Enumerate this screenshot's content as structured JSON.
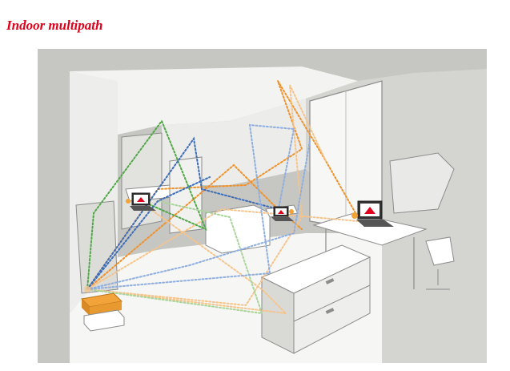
{
  "page": {
    "title": "Indoor multipath"
  },
  "colors": {
    "title": "#e0001b",
    "background": "#c6c6c2",
    "wall": "#f3f3f1",
    "line_art": "#8c8c8c",
    "path_orange": "#f0922b",
    "path_light_orange": "#f6c48a",
    "path_green": "#4fa845",
    "path_light_green": "#a9d49a",
    "path_blue": "#3d6db8",
    "path_light_blue": "#8faee0",
    "access_point": "#f2a33a"
  },
  "scene": {
    "devices": [
      {
        "name": "access-point",
        "icon": "router-icon"
      },
      {
        "name": "laptop-left",
        "icon": "laptop-icon"
      },
      {
        "name": "laptop-center",
        "icon": "laptop-icon"
      },
      {
        "name": "laptop-right",
        "icon": "laptop-icon"
      }
    ]
  }
}
